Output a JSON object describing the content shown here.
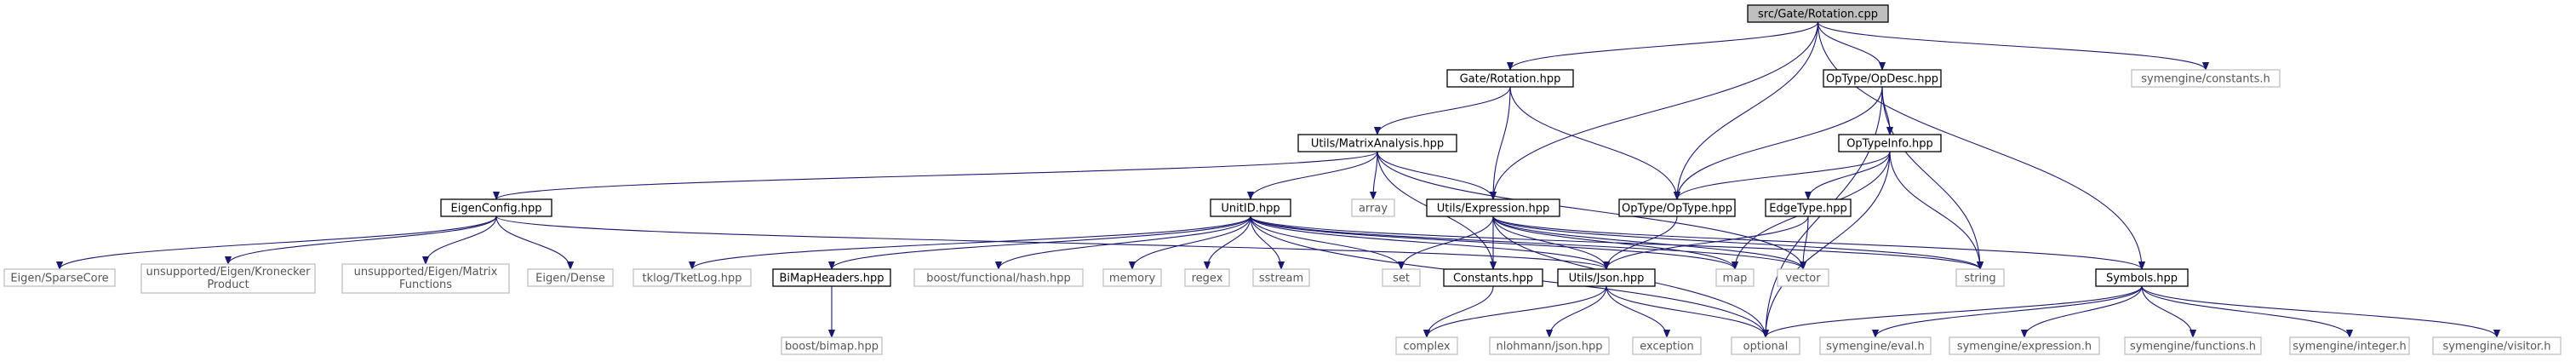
{
  "nodes": [
    {
      "id": "root",
      "label": "src/Gate/Rotation.cpp",
      "kind": "root"
    },
    {
      "id": "gate_rotation",
      "label": "Gate/Rotation.hpp",
      "kind": "local"
    },
    {
      "id": "opdesc",
      "label": "OpType/OpDesc.hpp",
      "kind": "local"
    },
    {
      "id": "sym_constants",
      "label": "symengine/constants.h",
      "kind": "external"
    },
    {
      "id": "matrixanalysis",
      "label": "Utils/MatrixAnalysis.hpp",
      "kind": "local"
    },
    {
      "id": "optypeinfo",
      "label": "OpTypeInfo.hpp",
      "kind": "local"
    },
    {
      "id": "eigenconfig",
      "label": "EigenConfig.hpp",
      "kind": "local"
    },
    {
      "id": "array",
      "label": "array",
      "kind": "external"
    },
    {
      "id": "unitid",
      "label": "UnitID.hpp",
      "kind": "local"
    },
    {
      "id": "expression",
      "label": "Utils/Expression.hpp",
      "kind": "local"
    },
    {
      "id": "optype",
      "label": "OpType/OpType.hpp",
      "kind": "local"
    },
    {
      "id": "edgetype",
      "label": "EdgeType.hpp",
      "kind": "local"
    },
    {
      "id": "sparsecore",
      "label": "Eigen/SparseCore",
      "kind": "external"
    },
    {
      "id": "kronecker",
      "label": [
        "unsupported/Eigen/Kronecker",
        "Product"
      ],
      "kind": "external"
    },
    {
      "id": "matrixfunctions",
      "label": [
        "unsupported/Eigen/Matrix",
        "Functions"
      ],
      "kind": "external"
    },
    {
      "id": "dense",
      "label": "Eigen/Dense",
      "kind": "external"
    },
    {
      "id": "tketlog",
      "label": "tklog/TketLog.hpp",
      "kind": "external"
    },
    {
      "id": "bimapheaders",
      "label": "BiMapHeaders.hpp",
      "kind": "local"
    },
    {
      "id": "hash",
      "label": "boost/functional/hash.hpp",
      "kind": "external"
    },
    {
      "id": "memory",
      "label": "memory",
      "kind": "external"
    },
    {
      "id": "regex",
      "label": "regex",
      "kind": "external"
    },
    {
      "id": "sstream",
      "label": "sstream",
      "kind": "external"
    },
    {
      "id": "set",
      "label": "set",
      "kind": "external"
    },
    {
      "id": "constants",
      "label": "Constants.hpp",
      "kind": "local"
    },
    {
      "id": "json",
      "label": "Utils/Json.hpp",
      "kind": "local"
    },
    {
      "id": "map",
      "label": "map",
      "kind": "external"
    },
    {
      "id": "vector",
      "label": "vector",
      "kind": "external"
    },
    {
      "id": "string",
      "label": "string",
      "kind": "external"
    },
    {
      "id": "symbols",
      "label": "Symbols.hpp",
      "kind": "local"
    },
    {
      "id": "bimap",
      "label": "boost/bimap.hpp",
      "kind": "external"
    },
    {
      "id": "complex",
      "label": "complex",
      "kind": "external"
    },
    {
      "id": "nlohmann",
      "label": "nlohmann/json.hpp",
      "kind": "external"
    },
    {
      "id": "exception",
      "label": "exception",
      "kind": "external"
    },
    {
      "id": "optional",
      "label": "optional",
      "kind": "external"
    },
    {
      "id": "sym_eval",
      "label": "symengine/eval.h",
      "kind": "external"
    },
    {
      "id": "sym_expression",
      "label": "symengine/expression.h",
      "kind": "external"
    },
    {
      "id": "sym_functions",
      "label": "symengine/functions.h",
      "kind": "external"
    },
    {
      "id": "sym_integer",
      "label": "symengine/integer.h",
      "kind": "external"
    },
    {
      "id": "sym_visitor",
      "label": "symengine/visitor.h",
      "kind": "external"
    }
  ],
  "edges": [
    [
      "root",
      "gate_rotation"
    ],
    [
      "root",
      "opdesc"
    ],
    [
      "root",
      "sym_constants"
    ],
    [
      "root",
      "expression"
    ],
    [
      "root",
      "optype"
    ],
    [
      "root",
      "symbols"
    ],
    [
      "gate_rotation",
      "matrixanalysis"
    ],
    [
      "gate_rotation",
      "expression"
    ],
    [
      "gate_rotation",
      "optype"
    ],
    [
      "opdesc",
      "optypeinfo"
    ],
    [
      "opdesc",
      "optype"
    ],
    [
      "opdesc",
      "string"
    ],
    [
      "opdesc",
      "optional"
    ],
    [
      "matrixanalysis",
      "eigenconfig"
    ],
    [
      "matrixanalysis",
      "array"
    ],
    [
      "matrixanalysis",
      "unitid"
    ],
    [
      "matrixanalysis",
      "expression"
    ],
    [
      "matrixanalysis",
      "constants"
    ],
    [
      "matrixanalysis",
      "vector"
    ],
    [
      "optypeinfo",
      "optype"
    ],
    [
      "optypeinfo",
      "edgetype"
    ],
    [
      "optypeinfo",
      "map"
    ],
    [
      "optypeinfo",
      "string"
    ],
    [
      "optypeinfo",
      "optional"
    ],
    [
      "eigenconfig",
      "sparsecore"
    ],
    [
      "eigenconfig",
      "kronecker"
    ],
    [
      "eigenconfig",
      "matrixfunctions"
    ],
    [
      "eigenconfig",
      "dense"
    ],
    [
      "eigenconfig",
      "json"
    ],
    [
      "unitid",
      "tketlog"
    ],
    [
      "unitid",
      "bimapheaders"
    ],
    [
      "unitid",
      "hash"
    ],
    [
      "unitid",
      "memory"
    ],
    [
      "unitid",
      "regex"
    ],
    [
      "unitid",
      "sstream"
    ],
    [
      "unitid",
      "set"
    ],
    [
      "unitid",
      "json"
    ],
    [
      "unitid",
      "map"
    ],
    [
      "unitid",
      "vector"
    ],
    [
      "unitid",
      "string"
    ],
    [
      "unitid",
      "optional"
    ],
    [
      "expression",
      "set"
    ],
    [
      "expression",
      "constants"
    ],
    [
      "expression",
      "json"
    ],
    [
      "expression",
      "map"
    ],
    [
      "expression",
      "vector"
    ],
    [
      "expression",
      "string"
    ],
    [
      "expression",
      "symbols"
    ],
    [
      "expression",
      "optional"
    ],
    [
      "optype",
      "json"
    ],
    [
      "edgetype",
      "json"
    ],
    [
      "edgetype",
      "vector"
    ],
    [
      "bimapheaders",
      "bimap"
    ],
    [
      "constants",
      "complex"
    ],
    [
      "json",
      "complex"
    ],
    [
      "json",
      "nlohmann"
    ],
    [
      "json",
      "exception"
    ],
    [
      "json",
      "optional"
    ],
    [
      "symbols",
      "optional"
    ],
    [
      "symbols",
      "sym_eval"
    ],
    [
      "symbols",
      "sym_expression"
    ],
    [
      "symbols",
      "sym_functions"
    ],
    [
      "symbols",
      "sym_integer"
    ],
    [
      "symbols",
      "sym_visitor"
    ]
  ],
  "colors": {
    "edge": "#191970",
    "local_border": "#000000",
    "external_border": "#bfbfbf",
    "root_fill": "#bfbfbf"
  }
}
